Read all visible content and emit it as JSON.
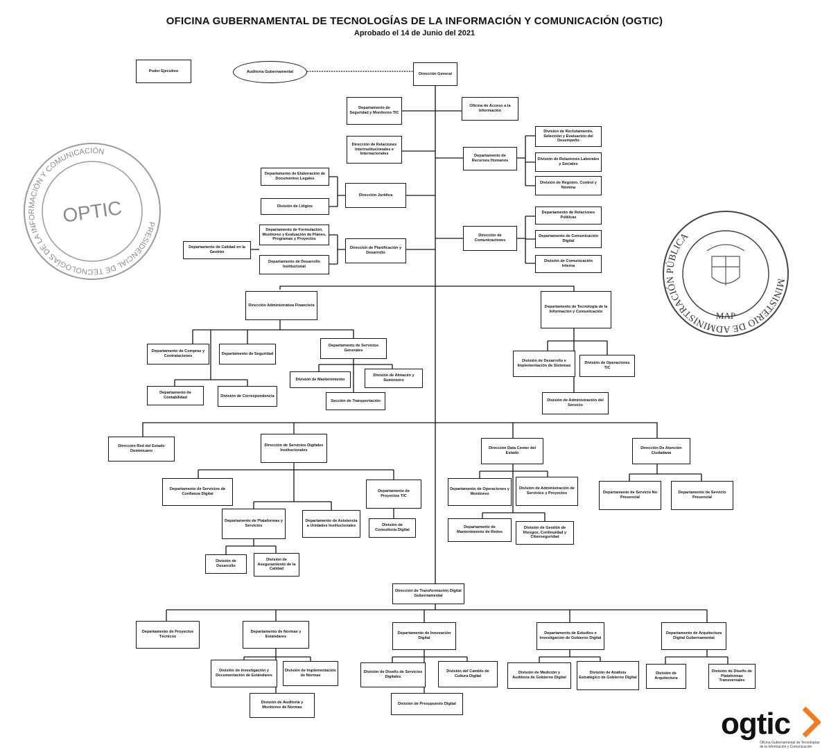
{
  "header": {
    "title": "OFICINA GUBERNAMENTAL DE TECNOLOGÍAS DE LA INFORMACIÓN Y COMUNICACIÓN (OGTIC)",
    "subtitle": "Aprobado el 14 de Junio del 2021"
  },
  "nodes": {
    "poder": "Poder Ejecutivo",
    "auditoria": "Auditoría Gubernamental",
    "dg": "Dirección General",
    "seguridad": "Departamento de Seguridad y Monitoreo TIC",
    "oai": "Oficina de Acceso a la Información",
    "relaciones": "Dirección de Relaciones Interinstitucionales e Internacionales",
    "rrhh": "Departamento de Recursos Humanos",
    "rrhh_d1": "División de Reclutamiento, Selección y Evaluación del Desempeño",
    "rrhh_d2": "División de Relaciones Laborales y Sociales",
    "rrhh_d3": "División de Registro, Control y Nómina",
    "elaboracion": "Departamento de Elaboración de Documentos Legales",
    "juridica": "Dirección Jurídica",
    "litigios": "División de Litigios",
    "formulacion": "Departamento de Formulación, Monitoreo y Evaluación de Planes, Programas y Proyectos",
    "calidad": "Departamento de Calidad en la Gestión",
    "planificacion": "Dirección de Planificación y Desarrollo",
    "desarrollo_inst": "Departamento de Desarrollo Institucional",
    "comunicaciones": "Dirección de Comunicaciones",
    "com_d1": "Departamento de Relaciones Públicas",
    "com_d2": "Departamento de Comunicación Digital",
    "com_d3": "División de Comunicación Interna",
    "admin": "Dirección Administrativa Financiera",
    "compras": "Departamento de Compras y Contrataciones",
    "seguridad2": "Departamento de Seguridad",
    "servicios": "Departamento de Servicios Generales",
    "mantenimiento": "División de Mantenimiento",
    "almacen": "División de Almacén y Suministro",
    "transportacion": "Sección de Transportación",
    "contabilidad": "Departamento de Contabilidad",
    "correspondencia": "División de Correspondencia",
    "dti": "Departamento de Tecnología de la Información y Comunicación",
    "dti_d1": "División de Desarrollo e Implementación de Sistemas",
    "dti_d2": "División de Operaciones TIC",
    "dti_d3": "División de Administración del Servicio",
    "red": "Dirección Red del Estado Dominicano",
    "sdi": "Dirección de Servicios Digitales Institucionales",
    "confianza": "Departamento de Servicios de Confianza Digital",
    "proyectos_tic": "Departamento de Proyectos TIC",
    "plataformas": "Departamento de Plataformas y Servicios",
    "asistencia": "Departamento de Asistencia a Unidades Institucionales",
    "consultoria": "División de Consultoría Digital",
    "desarrollo": "División de Desarrollo",
    "aseguramiento": "División de Aseguramiento de la Calidad",
    "datacenter": "Dirección Data Center del Estado",
    "operaciones": "Departamento de Operaciones y Monitoreo",
    "adm_servicios": "División de Administración de Servicios y Proyectos",
    "mant_redes": "Departamento de Mantenimiento de Redes",
    "riesgos": "División de Gestión de Riesgos, Continuidad y Ciberseguridad",
    "atencion": "Dirección De Atención Ciudadana",
    "no_presencial": "Departamento de Servicio No Presencial",
    "presencial": "Departamento de Servicio Presencial",
    "transformacion": "Dirección de Transformación Digital Gubernamental",
    "proy_tecnicos": "Departamento de Proyectos Técnicos",
    "normas": "Departamento de Normas y Estándares",
    "investigacion": "División de Investigación y Documentación de Estándares",
    "implementacion": "División de Implementación de Normas",
    "auditoria_normas": "División de Auditoría y Monitoreo de Normas",
    "innovacion": "Departamento de Innovación Digital",
    "diseno": "División de Diseño de Servicios Digitales",
    "cambio": "División del Cambio de Cultura Digital",
    "presupuesto": "División de Presupuesto Digital",
    "estudios": "Departamento de Estudios e Investigación de Gobierno Digital",
    "medicion": "División de Medición y Auditoría de Gobierno Digital",
    "analisis": "División de Análisis Estratégico de Gobierno Digital",
    "arquitectura": "Departamento de Arquitectura Digital Gubernamental",
    "arq_d1": "División de Arquitectura",
    "arq_d2": "División de Diseño de Plataformas Transversales"
  },
  "stamps": {
    "left_word": "OPTIC",
    "left_ring": "PRESIDENCIAL DE TECNOLOGÍAS DE LA INFORMACIÓN Y COMUNICACIÓN",
    "right_ring": "MINISTERIO DE ADMINISTRACIÓN PÚBLICA",
    "right_word": "MAP"
  },
  "logo": {
    "word": "ogtic",
    "subtitle": "Oficina Gubernamental de Tecnologías de la Información y Comunicación"
  }
}
